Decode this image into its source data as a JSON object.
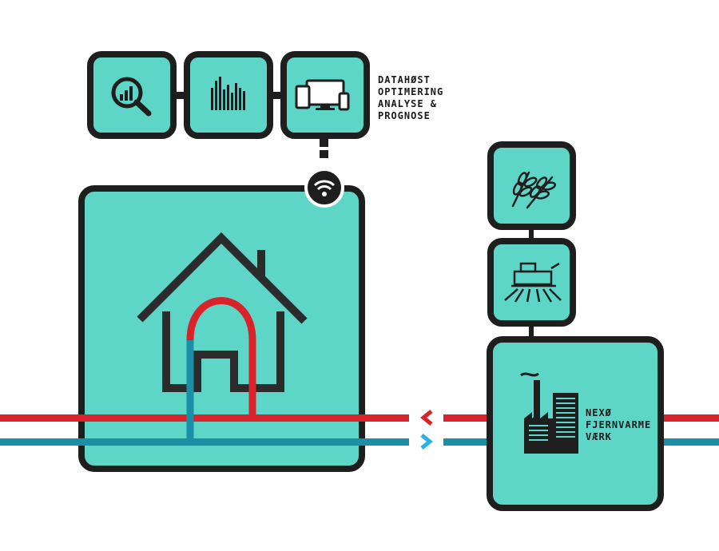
{
  "data_panel": {
    "lines": [
      "DATAHØST",
      "OPTIMERING",
      "ANALYSE &",
      "PROGNOSE"
    ]
  },
  "plant_panel": {
    "lines": [
      "NEXØ",
      "FJERNVARME",
      "VÆRK"
    ]
  },
  "icons": {
    "analytics": "magnifier-chart-icon",
    "bars": "bar-chart-icon",
    "devices": "devices-icon",
    "wifi": "wifi-icon",
    "house": "house-icon",
    "wheat": "wheat-icon",
    "harvester": "harvester-icon",
    "factory": "factory-icon",
    "supply_arrow": "arrow-left-icon",
    "return_arrow": "arrow-right-icon"
  },
  "colors": {
    "box_fill": "#5dd6c8",
    "outline": "#1e1e1e",
    "supply_pipe": "#d8232a",
    "return_pipe": "#1a8fa6",
    "return_arrow": "#2ab3e0"
  }
}
